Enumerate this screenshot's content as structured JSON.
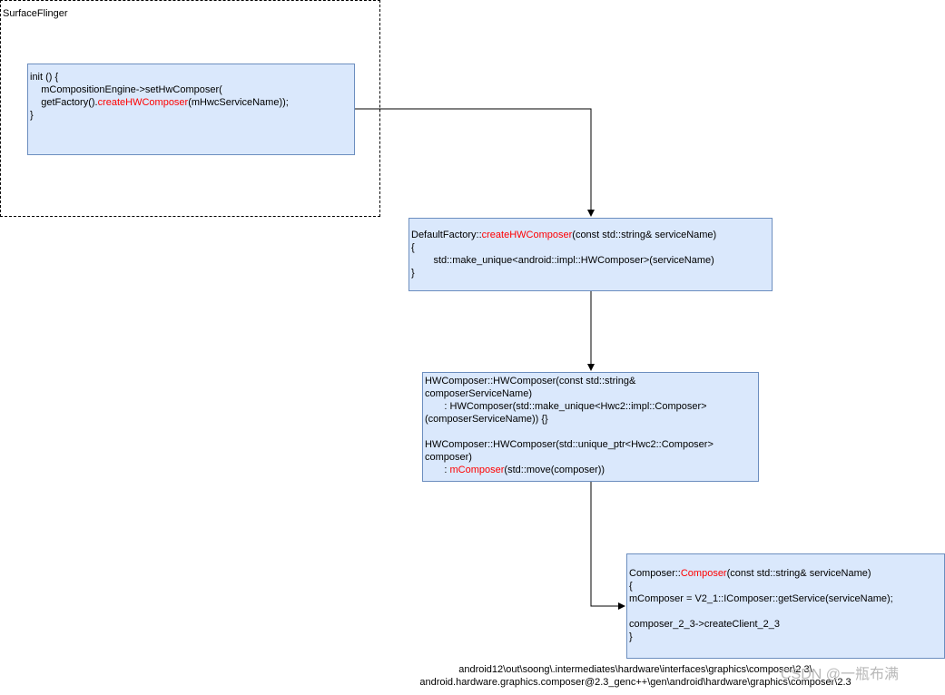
{
  "container": {
    "label": "SurfaceFlinger"
  },
  "nodes": {
    "init": {
      "l1": "init () {",
      "l2": "    mCompositionEngine->setHwComposer(",
      "l3_pre": "    getFactory().",
      "l3_red": "createHWComposer",
      "l3_post": "(mHwcServiceName));",
      "l4": "}"
    },
    "factory": {
      "l1_pre": "DefaultFactory::",
      "l1_red": "createHWComposer",
      "l1_post": "(const std::string& serviceName)",
      "l2": "{",
      "l3": "        std::make_unique<android::impl::HWComposer>(serviceName)",
      "l4": "}"
    },
    "hwc": {
      "l1": "HWComposer::HWComposer(const std::string&",
      "l2": "composerServiceName)",
      "l3": "       : HWComposer(std::make_unique<Hwc2::impl::Composer>",
      "l4": "(composerServiceName)) {}",
      "l5": "",
      "l6": "HWComposer::HWComposer(std::unique_ptr<Hwc2::Composer>",
      "l7": "composer)",
      "l8_pre": "       : ",
      "l8_red": "mComposer",
      "l8_post": "(std::move(composer))"
    },
    "composer": {
      "l1_pre": "Composer::",
      "l1_red": "Composer",
      "l1_post": "(const std::string& serviceName)",
      "l2": "{",
      "l3": "mComposer = V2_1::IComposer::getService(serviceName);",
      "l4": "",
      "l5": "composer_2_3->createClient_2_3",
      "l6": "}"
    }
  },
  "footnote": {
    "l1": "android12\\out\\soong\\.intermediates\\hardware\\interfaces\\graphics\\composer\\2.3\\",
    "l2": "android.hardware.graphics.composer@2.3_genc++\\gen\\android\\hardware\\graphics\\composer\\2.3"
  },
  "watermark": "CSDN @一瓶布满",
  "colors": {
    "box_fill": "#dae8fc",
    "box_border": "#6c8ebf",
    "highlight": "#ff0000"
  }
}
